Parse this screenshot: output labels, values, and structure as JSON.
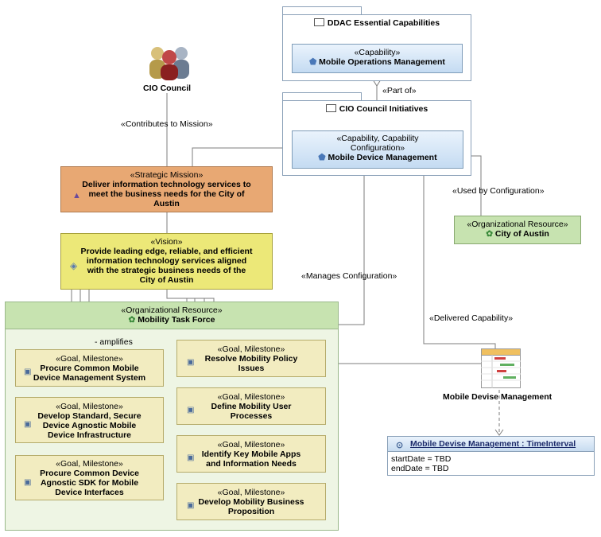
{
  "packages": {
    "ddac": {
      "title": "DDAC Essential Capabilities"
    },
    "cio_initiatives": {
      "title": "CIO Council Initiatives"
    }
  },
  "actor": {
    "name": "CIO Council"
  },
  "capabilities": {
    "mobile_ops": {
      "stereotype": "«Capability»",
      "name": "Mobile Operations Management"
    },
    "mobile_device_mgmt": {
      "stereotype_line1": "«Capability, Capability",
      "stereotype_line2": "Configuration»",
      "name": "Mobile Device Management"
    }
  },
  "mission": {
    "stereotype": "«Strategic Mission»",
    "lines": [
      "Deliver information technology services to",
      "meet the business needs for the City of",
      "Austin"
    ]
  },
  "vision": {
    "stereotype": "«Vision»",
    "lines": [
      "Provide leading edge, reliable, and efficient",
      "information technology services aligned",
      "with the strategic business needs of the",
      "City of Austin"
    ]
  },
  "city_of_austin": {
    "stereotype": "«Organizational Resource»",
    "name": "City of Austin"
  },
  "task_force": {
    "stereotype": "«Organizational Resource»",
    "name": "Mobility Task Force",
    "amplifies": "- amplifies"
  },
  "goals": [
    {
      "stereotype": "«Goal, Milestone»",
      "lines": [
        "Procure Common Mobile",
        "Device Management System"
      ]
    },
    {
      "stereotype": "«Goal, Milestone»",
      "lines": [
        "Develop Standard, Secure",
        "Device Agnostic Mobile",
        "Device Infrastructure"
      ]
    },
    {
      "stereotype": "«Goal, Milestone»",
      "lines": [
        "Procure Common Device",
        "Agnostic SDK for Mobile",
        "Device Interfaces"
      ]
    },
    {
      "stereotype": "«Goal, Milestone»",
      "lines": [
        "Resolve Mobility Policy",
        "Issues"
      ]
    },
    {
      "stereotype": "«Goal, Milestone»",
      "lines": [
        "Define Mobility User",
        "Processes"
      ]
    },
    {
      "stereotype": "«Goal, Milestone»",
      "lines": [
        "Identify Key Mobile Apps",
        "and Information Needs"
      ]
    },
    {
      "stereotype": "«Goal, Milestone»",
      "lines": [
        "Develop Mobility Business",
        "Proposition"
      ]
    }
  ],
  "schedule": {
    "name": "Mobile Devise Management"
  },
  "time_interval": {
    "title": "Mobile Devise Management : TimeInterval",
    "rows": [
      "startDate = TBD",
      "endDate = TBD"
    ]
  },
  "connectors": {
    "part_of": "«Part of»",
    "contributes": "«Contributes to Mission»",
    "used_by": "«Used by Configuration»",
    "manages": "«Manages Configuration»",
    "delivered": "«Delivered Capability»"
  }
}
